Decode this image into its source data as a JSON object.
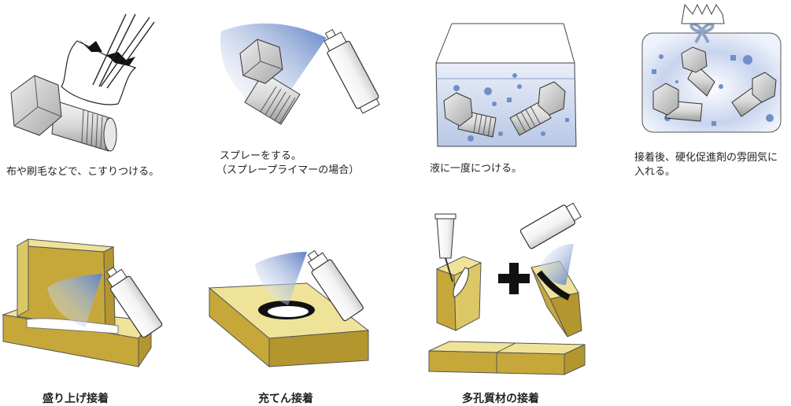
{
  "captions": {
    "brush": "布や刷毛などで、こすりつける。",
    "spray_line1": "スプレーをする。",
    "spray_line2": "（スプレープライマーの場合）",
    "dip": "液に一度につける。",
    "bag_line1": "接着後、硬化促進剤の雰囲気に",
    "bag_line2": "入れる。",
    "fillet": "盛り上げ接着",
    "filling": "充てん接着",
    "porous": "多孔質材の接着"
  },
  "colors": {
    "wood_top": "#efe39a",
    "wood_side": "#c6a83a",
    "spray": "#6e8fc8",
    "bolt": "#cfcfcf",
    "ribbon": "#8fa3c4"
  }
}
